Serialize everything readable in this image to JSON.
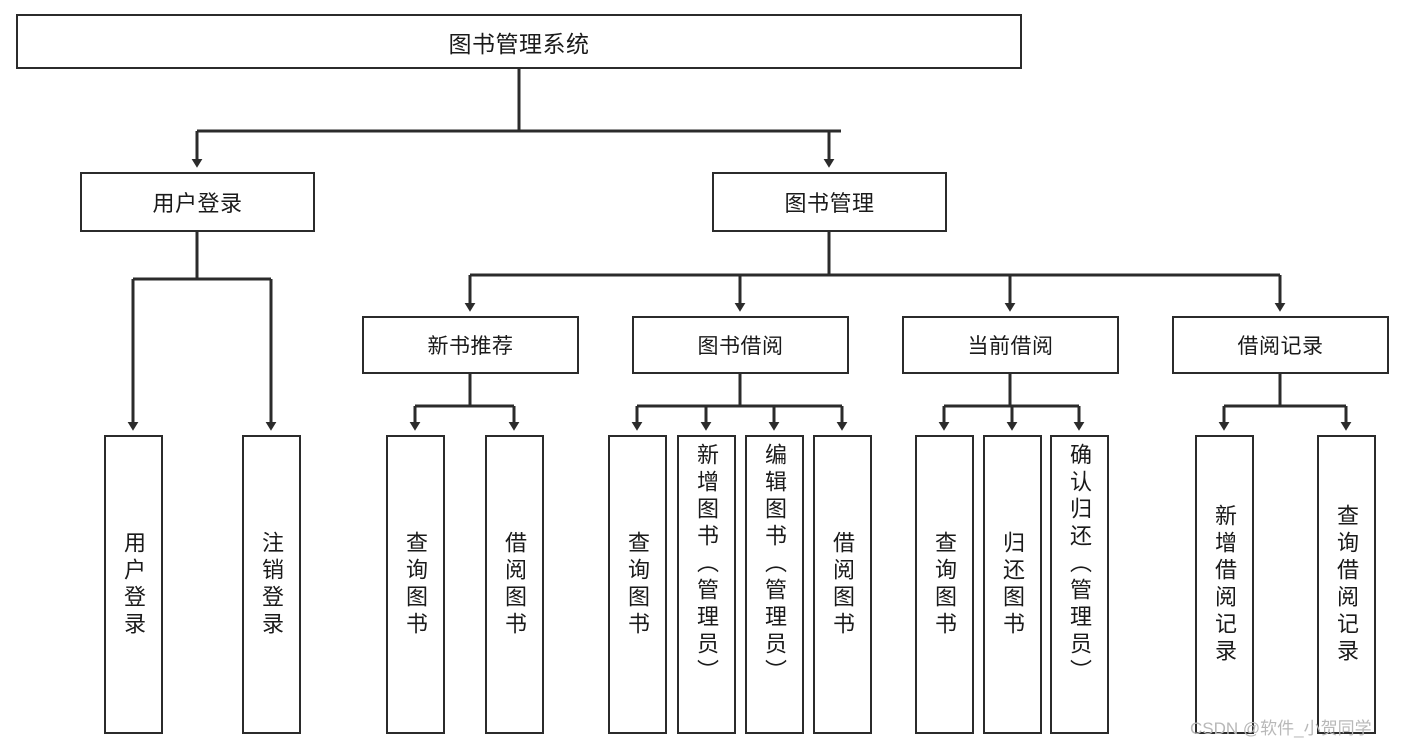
{
  "diagram": {
    "title": "图书管理系统",
    "root": {
      "id": "root",
      "label": "图书管理系统"
    },
    "level1": [
      {
        "id": "user-login",
        "label": "用户登录"
      },
      {
        "id": "book-mgmt",
        "label": "图书管理"
      }
    ],
    "level2": [
      {
        "id": "new-book-recommend",
        "label": "新书推荐"
      },
      {
        "id": "book-borrow",
        "label": "图书借阅"
      },
      {
        "id": "current-borrow",
        "label": "当前借阅"
      },
      {
        "id": "borrow-record",
        "label": "借阅记录"
      }
    ],
    "leaves": {
      "user_login": [
        {
          "id": "leaf-user-login",
          "label": "用户登录"
        },
        {
          "id": "leaf-logout",
          "label": "注销登录"
        }
      ],
      "new_book_recommend": [
        {
          "id": "leaf-query-book-1",
          "label": "查询图书"
        },
        {
          "id": "leaf-borrow-book-1",
          "label": "借阅图书"
        }
      ],
      "book_borrow": [
        {
          "id": "leaf-query-book-2",
          "label": "查询图书"
        },
        {
          "id": "leaf-add-book",
          "label": "新增图书（管理员）"
        },
        {
          "id": "leaf-edit-book",
          "label": "编辑图书（管理员）"
        },
        {
          "id": "leaf-borrow-book-2",
          "label": "借阅图书"
        }
      ],
      "current_borrow": [
        {
          "id": "leaf-query-book-3",
          "label": "查询图书"
        },
        {
          "id": "leaf-return-book",
          "label": "归还图书"
        },
        {
          "id": "leaf-confirm-return",
          "label": "确认归还（管理员）"
        }
      ],
      "borrow_record": [
        {
          "id": "leaf-add-record",
          "label": "新增借阅记录"
        },
        {
          "id": "leaf-query-record",
          "label": "查询借阅记录"
        }
      ]
    },
    "colors": {
      "box_border": "#2b2b2b",
      "box_fill": "#ffffff",
      "edge": "#2b2b2b",
      "text": "#1a1a1a",
      "watermark": "#b8b8b8",
      "background": "#ffffff"
    }
  },
  "watermark": {
    "text": "CSDN @软件_小贺同学"
  }
}
